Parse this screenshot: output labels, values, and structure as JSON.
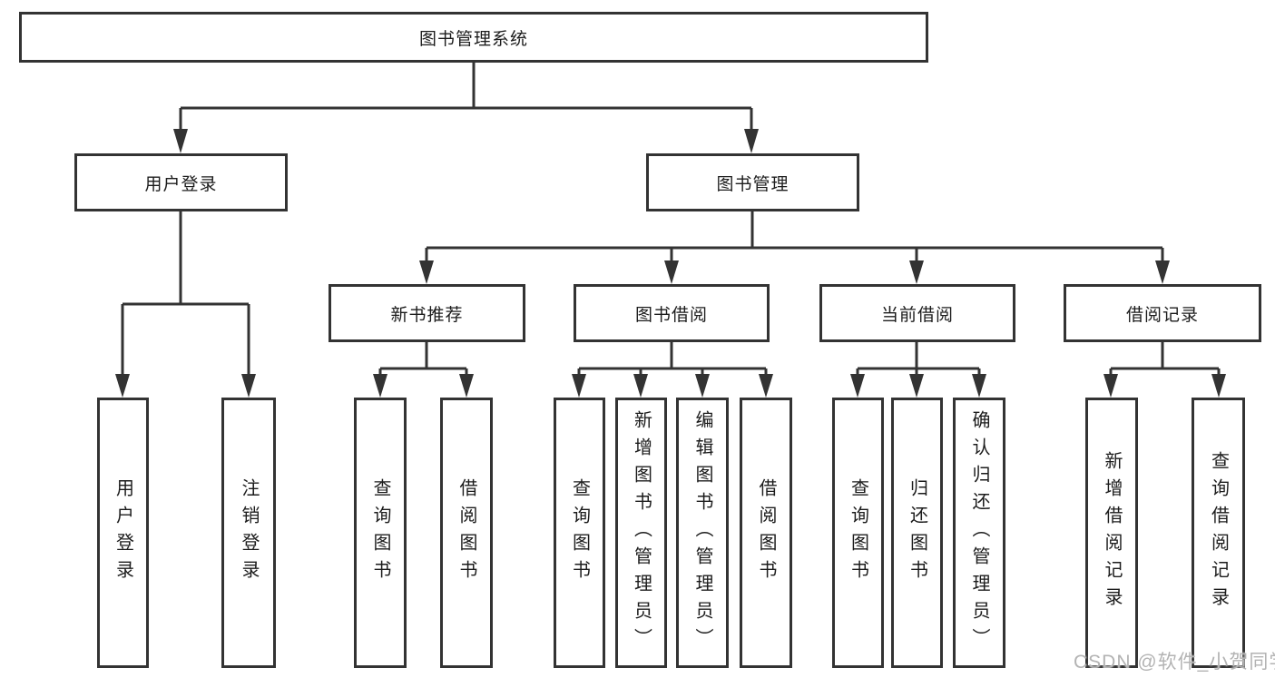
{
  "diagram": {
    "root": {
      "label": "图书管理系统"
    },
    "level2": [
      {
        "label": "用户登录"
      },
      {
        "label": "图书管理"
      }
    ],
    "level3": [
      {
        "label": "新书推荐"
      },
      {
        "label": "图书借阅"
      },
      {
        "label": "当前借阅"
      },
      {
        "label": "借阅记录"
      }
    ],
    "leaves": {
      "user_login": [
        {
          "label": "用户登录"
        },
        {
          "label": "注销登录"
        }
      ],
      "new_books": [
        {
          "label": "查询图书"
        },
        {
          "label": "借阅图书"
        }
      ],
      "book_borrow": [
        {
          "label": "查询图书"
        },
        {
          "label": "新增图书（管理员）"
        },
        {
          "label": "编辑图书（管理员）"
        },
        {
          "label": "借阅图书"
        }
      ],
      "current_borrow": [
        {
          "label": "查询图书"
        },
        {
          "label": "归还图书"
        },
        {
          "label": "确认归还（管理员）"
        }
      ],
      "borrow_records": [
        {
          "label": "新增借阅记录"
        },
        {
          "label": "查询借阅记录"
        }
      ]
    }
  },
  "watermark": "CSDN @软件_小贺同学",
  "colors": {
    "line": "#333333",
    "text": "#1c1c1c",
    "watermark": "#b3b3b3",
    "background": "#ffffff"
  }
}
